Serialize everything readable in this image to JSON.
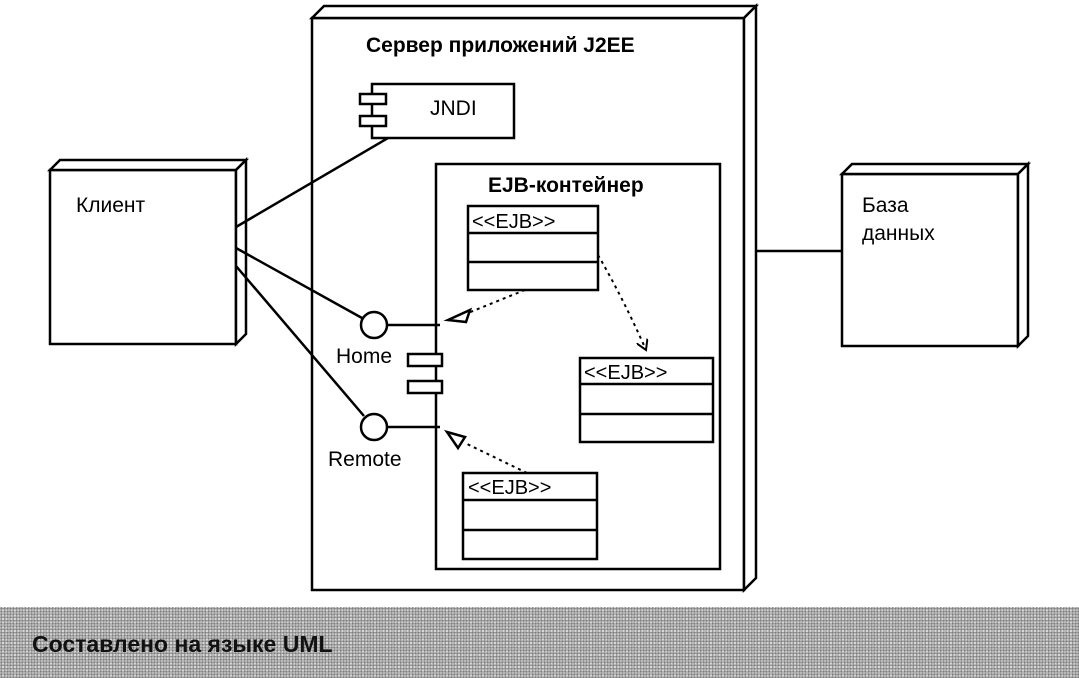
{
  "diagram": {
    "server_title": "Сервер приложений J2EE",
    "jndi_label": "JNDI",
    "container_title": "EJB-контейнер",
    "client_label": "Клиент",
    "database_label_line1": "База",
    "database_label_line2": "данных",
    "home_label": "Home",
    "remote_label": "Remote",
    "ejb_top_stereotype": "<<EJB>>",
    "ejb_right_stereotype": "<<EJB>>",
    "ejb_bottom_stereotype": "<<EJB>>"
  },
  "caption": {
    "text": "Составлено на языке UML"
  }
}
